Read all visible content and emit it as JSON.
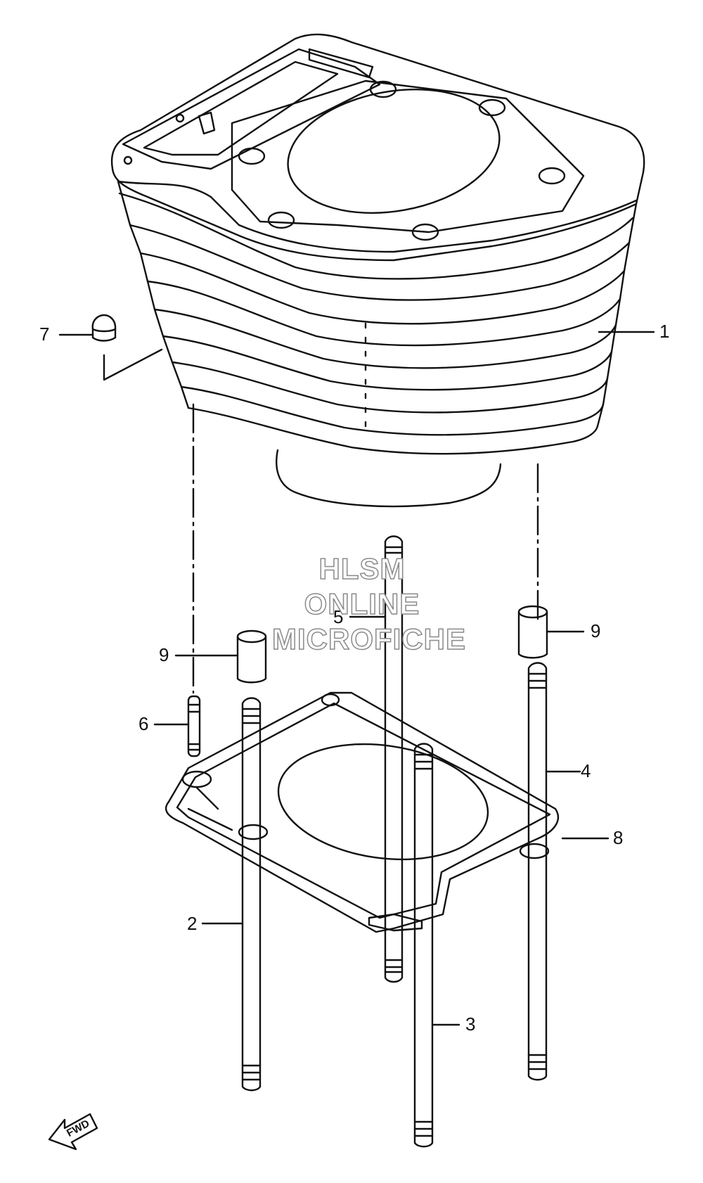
{
  "callouts": {
    "c1": "1",
    "c2": "2",
    "c3": "3",
    "c4": "4",
    "c5": "5",
    "c6": "6",
    "c7": "7",
    "c8": "8",
    "c9_left": "9",
    "c9_right": "9"
  },
  "watermark": {
    "line1": "HLSM",
    "line2": "ONLINE",
    "line3": "MICROFICHE"
  },
  "fwd_label": "FWD",
  "colors": {
    "line": "#111111",
    "watermark_stroke": "#8a8a8a",
    "background": "#ffffff"
  }
}
